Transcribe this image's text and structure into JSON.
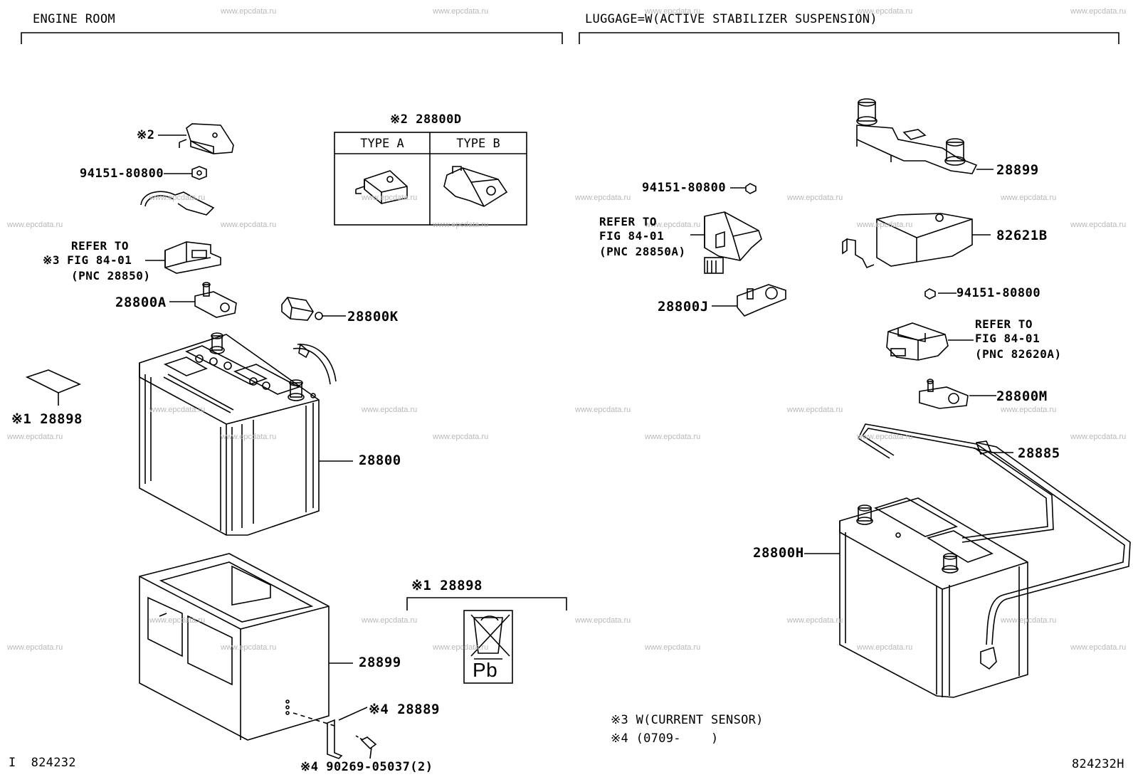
{
  "headers": {
    "left": "ENGINE ROOM",
    "right": "LUGGAGE=W(ACTIVE STABILIZER SUSPENSION)"
  },
  "type_table": {
    "title": "※2 28800D",
    "type_a": "TYPE A",
    "type_b": "TYPE B"
  },
  "left_parts": {
    "cover_mark": "※2",
    "nut": "94151-80800",
    "refer1": "REFER TO",
    "refer2": "※3 FIG 84-01",
    "refer3": "(PNC 28850)",
    "clamp_a": "28800A",
    "clamp_k": "28800K",
    "label_sheet": "※1 28898",
    "battery": "28800",
    "tray": "28899",
    "bracket": "※4 28889",
    "bolt": "※4 90269-05037(2)",
    "label_box_title": "※1 28898",
    "pb_symbol": "Pb"
  },
  "right_parts": {
    "holder": "28899",
    "nut_top": "94151-80800",
    "refer1": "REFER TO",
    "refer2": "FIG 84-01",
    "refer3": "(PNC 28850A)",
    "cover": "82621B",
    "nut_mid": "94151-80800",
    "clamp_j": "28800J",
    "refer_b1": "REFER TO",
    "refer_b2": "FIG 84-01",
    "refer_b3": "(PNC 82620A)",
    "clamp_m": "28800M",
    "vent_hose": "28885",
    "battery": "28800H"
  },
  "notes": {
    "note3": "※3 W(CURRENT SENSOR)",
    "note4": "※4 (0709-    )"
  },
  "footer": {
    "left_code": "I  824232",
    "right_code": "824232H"
  },
  "watermark": "www.epcdata.ru"
}
